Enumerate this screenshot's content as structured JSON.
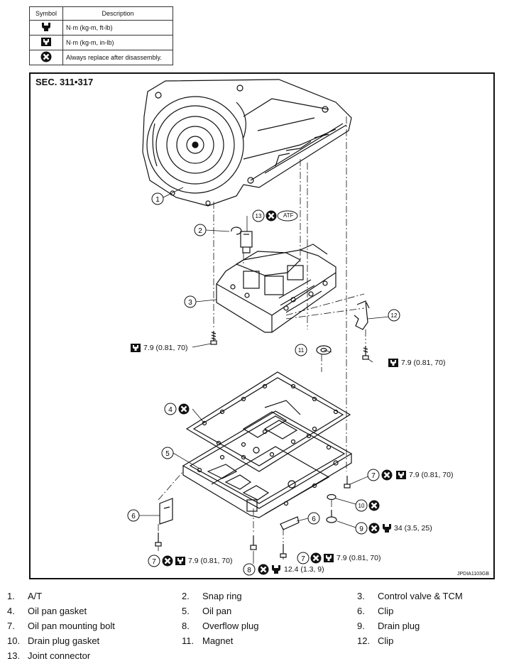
{
  "legend": {
    "header_symbol": "Symbol",
    "header_description": "Description",
    "rows": [
      {
        "icon": "torque-wrench-ftlb-icon",
        "text": "N·m (kg-m, ft-lb)"
      },
      {
        "icon": "torque-wrench-inlb-icon",
        "text": "N·m (kg-m, in-lb)"
      },
      {
        "icon": "replace-x-icon",
        "text": "Always replace after disassembly."
      }
    ]
  },
  "diagram": {
    "section": "SEC. 311•317",
    "image_code": "JPDIA1103GB",
    "atf_label": "ATF",
    "callouts": [
      "1",
      "2",
      "3",
      "4",
      "5",
      "6",
      "6",
      "7",
      "7",
      "7",
      "8",
      "9",
      "10",
      "11",
      "12",
      "13"
    ],
    "torques": {
      "control_valve_bolt": "7.9 (0.81, 70)",
      "clip_bolt": "7.9 (0.81, 70)",
      "pan_bolt_right": "7.9 (0.81, 70)",
      "pan_bolt_bottom_left": "7.9 (0.81, 70)",
      "pan_bolt_bottom_mid": "7.9 (0.81, 70)",
      "overflow_plug": "12.4 (1.3, 9)",
      "drain_plug": "34 (3.5, 25)"
    }
  },
  "parts": [
    {
      "num": "1.",
      "name": "A/T"
    },
    {
      "num": "2.",
      "name": "Snap ring"
    },
    {
      "num": "3.",
      "name": "Control valve & TCM"
    },
    {
      "num": "4.",
      "name": "Oil pan gasket"
    },
    {
      "num": "5.",
      "name": "Oil pan"
    },
    {
      "num": "6.",
      "name": "Clip"
    },
    {
      "num": "7.",
      "name": "Oil pan mounting bolt"
    },
    {
      "num": "8.",
      "name": "Overflow plug"
    },
    {
      "num": "9.",
      "name": "Drain plug"
    },
    {
      "num": "10.",
      "name": "Drain plug gasket"
    },
    {
      "num": "11.",
      "name": "Magnet"
    },
    {
      "num": "12.",
      "name": "Clip"
    },
    {
      "num": "13.",
      "name": "Joint connector"
    }
  ]
}
